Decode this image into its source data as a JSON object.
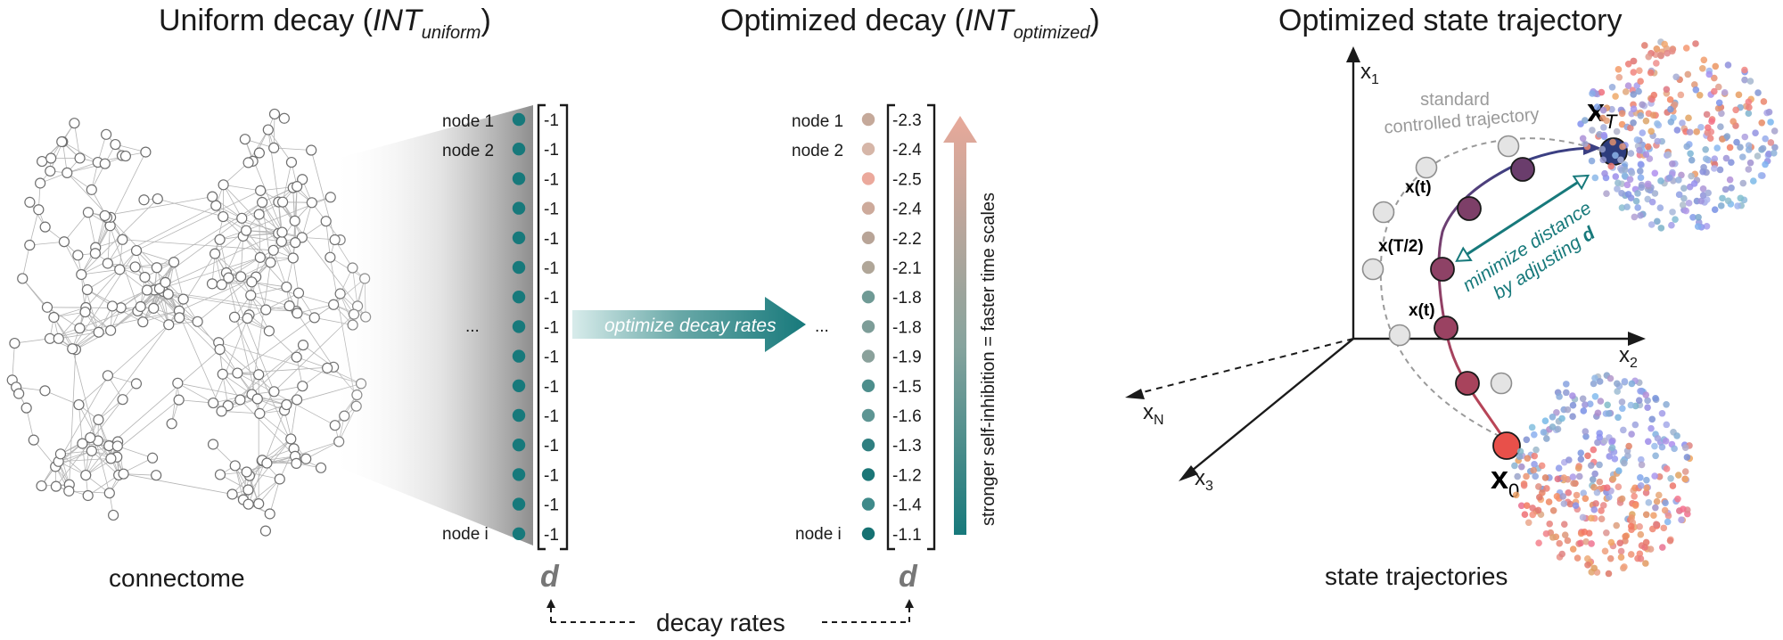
{
  "panels": {
    "uniform": {
      "title_prefix": "Uniform decay (",
      "title_italic": "INT",
      "title_sub": "uniform",
      "title_suffix": ")",
      "connectome_label": "connectome",
      "node_labels": [
        "node 1",
        "node 2",
        "node i"
      ],
      "ellipsis": "...",
      "values": [
        "-1",
        "-1",
        "-1",
        "-1",
        "-1",
        "-1",
        "-1",
        "-1",
        "-1",
        "-1",
        "-1",
        "-1",
        "-1",
        "-1",
        "-1"
      ],
      "vector_symbol": "d"
    },
    "optimized": {
      "title_prefix": "Optimized decay (",
      "title_italic": "INT",
      "title_sub": "optimized",
      "title_suffix": ")",
      "node_labels": [
        "node 1",
        "node 2",
        "node i"
      ],
      "ellipsis": "...",
      "values": [
        "-2.3",
        "-2.4",
        "-2.5",
        "-2.4",
        "-2.2",
        "-2.1",
        "-1.8",
        "-1.8",
        "-1.9",
        "-1.5",
        "-1.6",
        "-1.3",
        "-1.2",
        "-1.4",
        "-1.1"
      ],
      "dot_colors": [
        "#c5a99a",
        "#d6b6a8",
        "#eba99c",
        "#cdaa9b",
        "#b8a497",
        "#b0a698",
        "#6f9a95",
        "#7d9d98",
        "#8aa19b",
        "#4d8e8c",
        "#5d9593",
        "#2f7f80",
        "#1b7677",
        "#3f8a8a",
        "#157172"
      ],
      "vector_symbol": "d",
      "gradient_arrow_label": "stronger self-inhibition = faster time scales"
    },
    "optimize_arrow_label": "optimize decay rates",
    "decay_rates_label": "decay rates",
    "trajectory": {
      "title": "Optimized state trajectory",
      "axes": {
        "x1": "x",
        "x1_sub": "1",
        "x2": "x",
        "x2_sub": "2",
        "x3": "x",
        "x3_sub": "3",
        "xN": "x",
        "xN_sub": "N"
      },
      "standard_label_line1": "standard",
      "standard_label_line2": "controlled trajectory",
      "xT_label": "x",
      "xT_sub": "T",
      "x0_label": "x",
      "x0_sub": "0",
      "xt_label_top": "x(t)",
      "xT2_label": "x(T/2)",
      "xt_label_bottom": "x(t)",
      "minimize_line1": "minimize distance",
      "minimize_line2": "by adjusting ",
      "minimize_d": "d",
      "state_trajectories_label": "state trajectories"
    }
  },
  "colors": {
    "teal": "#17797b",
    "salmon": "#e8a99a",
    "navy": "#2d3c7c",
    "red": "#e8504a",
    "purple": "#7a3a6a"
  }
}
